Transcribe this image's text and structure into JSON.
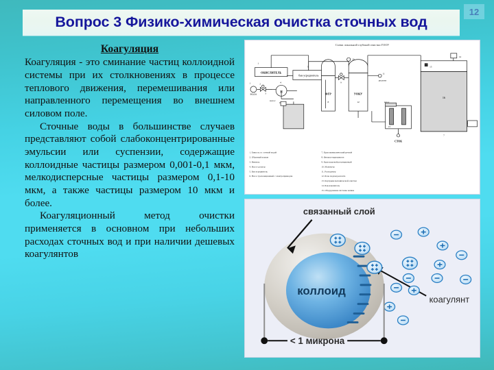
{
  "slide": {
    "page_number": "12",
    "title": "Вопрос 3 Физико-химическая очистка сточных вод",
    "background_color": "#4fdcf0",
    "title_color": "#16179c",
    "title_bar_color": "#eaf6ef"
  },
  "content": {
    "heading": "Коагуляция",
    "paragraphs": [
      "Коагуляция - это сминание частиц коллоидной системы при их столкновениях в процессе теплового движения, перемешивания или направленного перемещения во внешнем силовом поле.",
      "Сточные воды в большинстве случаев представляют собой слабоконцентрированные эмульсии или суспензии, содержащие коллоидные частицы размером 0,001-0,1 мкм, мелкодисперсные частицы размером 0,1-10 мкм, а также частицы размером 10 мкм и более.",
      "Коагуляционный метод очистки применяется в основном при небольших расходах сточных вод и при наличии дешевых коагулянтов"
    ]
  },
  "scheme_figure": {
    "caption": "Схема локальной глубокой очистки ГООУ",
    "labels": {
      "oxidizer": "ОКИСЛИТЕЛЬ",
      "tank": "бак-усреднитель",
      "water_in": "ВОДА",
      "pump_1": "насос",
      "pump_2": "насос",
      "fgr": "ФГР",
      "uokv": "УОКУ",
      "reagent": "реагент",
      "stok": "СТОК"
    },
    "numbers": [
      "1",
      "2",
      "3",
      "4",
      "5",
      "6",
      "7",
      "8",
      "9",
      "10",
      "11",
      "12",
      "13",
      "14",
      "15",
      "16"
    ],
    "legend_left": [
      "1. Емкость со сточной водой",
      "2. Обратный клапан",
      "3. Вентиль",
      "4. Насос-дозатор",
      "5. Бак-усреднитель",
      "6. Насос трехсекционный с электроприводом"
    ],
    "legend_right": [
      "7. Кран пневматический ручной",
      "8. Фильтр-гидроциклон",
      "9. Кран шаровой регулируемый",
      "10. Манометр",
      "11. Расходомер",
      "12. Блок подачи реагента",
      "13. Картридж механической очистки",
      "14. Бак-накопитель",
      "15. Оборудование системы налива",
      "16. Датчик уровня"
    ]
  },
  "colloid_figure": {
    "bound_layer_label": "связанный слой",
    "colloid_label": "коллоид",
    "coagulant_label": "коагулянт",
    "scale_label": "< 1 микрона",
    "ion_positive": "+",
    "ion_negative": "−",
    "colors": {
      "colloid_core": "#3a8fd0",
      "bound_layer": "#c8c4bc",
      "ion_blue": "#1f7fd0",
      "background": "#eceef7"
    }
  }
}
